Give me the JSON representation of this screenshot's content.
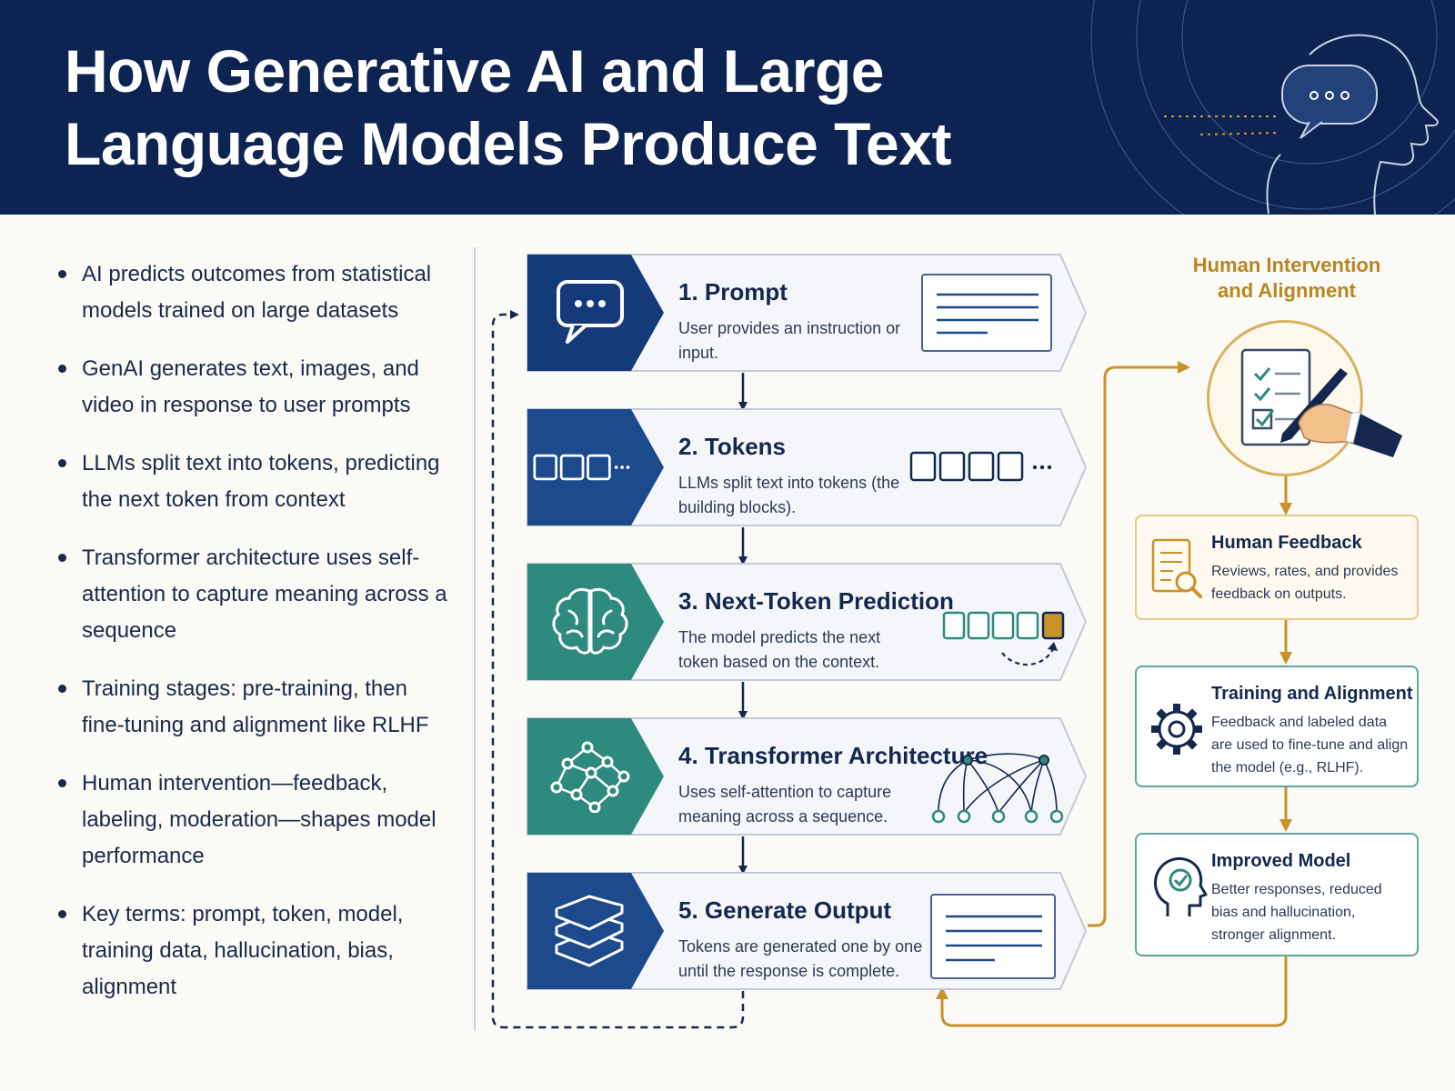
{
  "title_lines": [
    "How Generative AI and Large",
    "Language Models Produce Text"
  ],
  "bullets": [
    "AI predicts outcomes from statistical models trained on large datasets",
    "GenAI generates text, images, and video in response to user prompts",
    "LLMs split text into tokens, predicting the next token from context",
    "Transformer architecture uses self-attention to capture meaning across a sequence",
    "Training stages: pre-training, then fine-tuning and alignment like RLHF",
    "Human intervention—feedback, labeling, moderation—shapes model performance",
    "Key terms: prompt, token, model, training data, hallucination, bias, alignment"
  ],
  "steps": [
    {
      "title": "1. Prompt",
      "desc": "User provides an instruction or input.",
      "icon": "chat-bubble-icon",
      "color": "#143a7a"
    },
    {
      "title": "2. Tokens",
      "desc": "LLMs split text into tokens (the building blocks).",
      "icon": "token-blocks-icon",
      "color": "#1c4a8c"
    },
    {
      "title": "3. Next-Token Prediction",
      "desc": "The model predicts the next token based on the context.",
      "icon": "brain-icon",
      "color": "#2e8a7c"
    },
    {
      "title": "4. Transformer Architecture",
      "desc": "Uses self-attention to capture meaning across a sequence.",
      "icon": "network-icon",
      "color": "#2e8a7c"
    },
    {
      "title": "5. Generate Output",
      "desc": "Tokens are generated one by one until the response is complete.",
      "icon": "stacked-layers-icon",
      "color": "#1c4a8c"
    }
  ],
  "side": {
    "title": "Human Intervention and Alignment",
    "cards": [
      {
        "title": "Human Feedback",
        "desc": "Reviews, rates, and provides feedback on outputs.",
        "icon": "document-search-icon"
      },
      {
        "title": "Training and Alignment",
        "desc": "Feedback and labeled data are used to fine-tune and align the model (e.g., RLHF).",
        "icon": "gear-icon"
      },
      {
        "title": "Improved Model",
        "desc": "Better responses, reduced bias and hallucination, stronger alignment.",
        "icon": "head-check-icon"
      }
    ]
  },
  "colors": {
    "navy": "#0d2452",
    "blue": "#1c4a8c",
    "teal": "#2e8a7c",
    "gold": "#c9922a",
    "card_gold": "#e6c98a",
    "card_teal": "#5aa89c"
  }
}
